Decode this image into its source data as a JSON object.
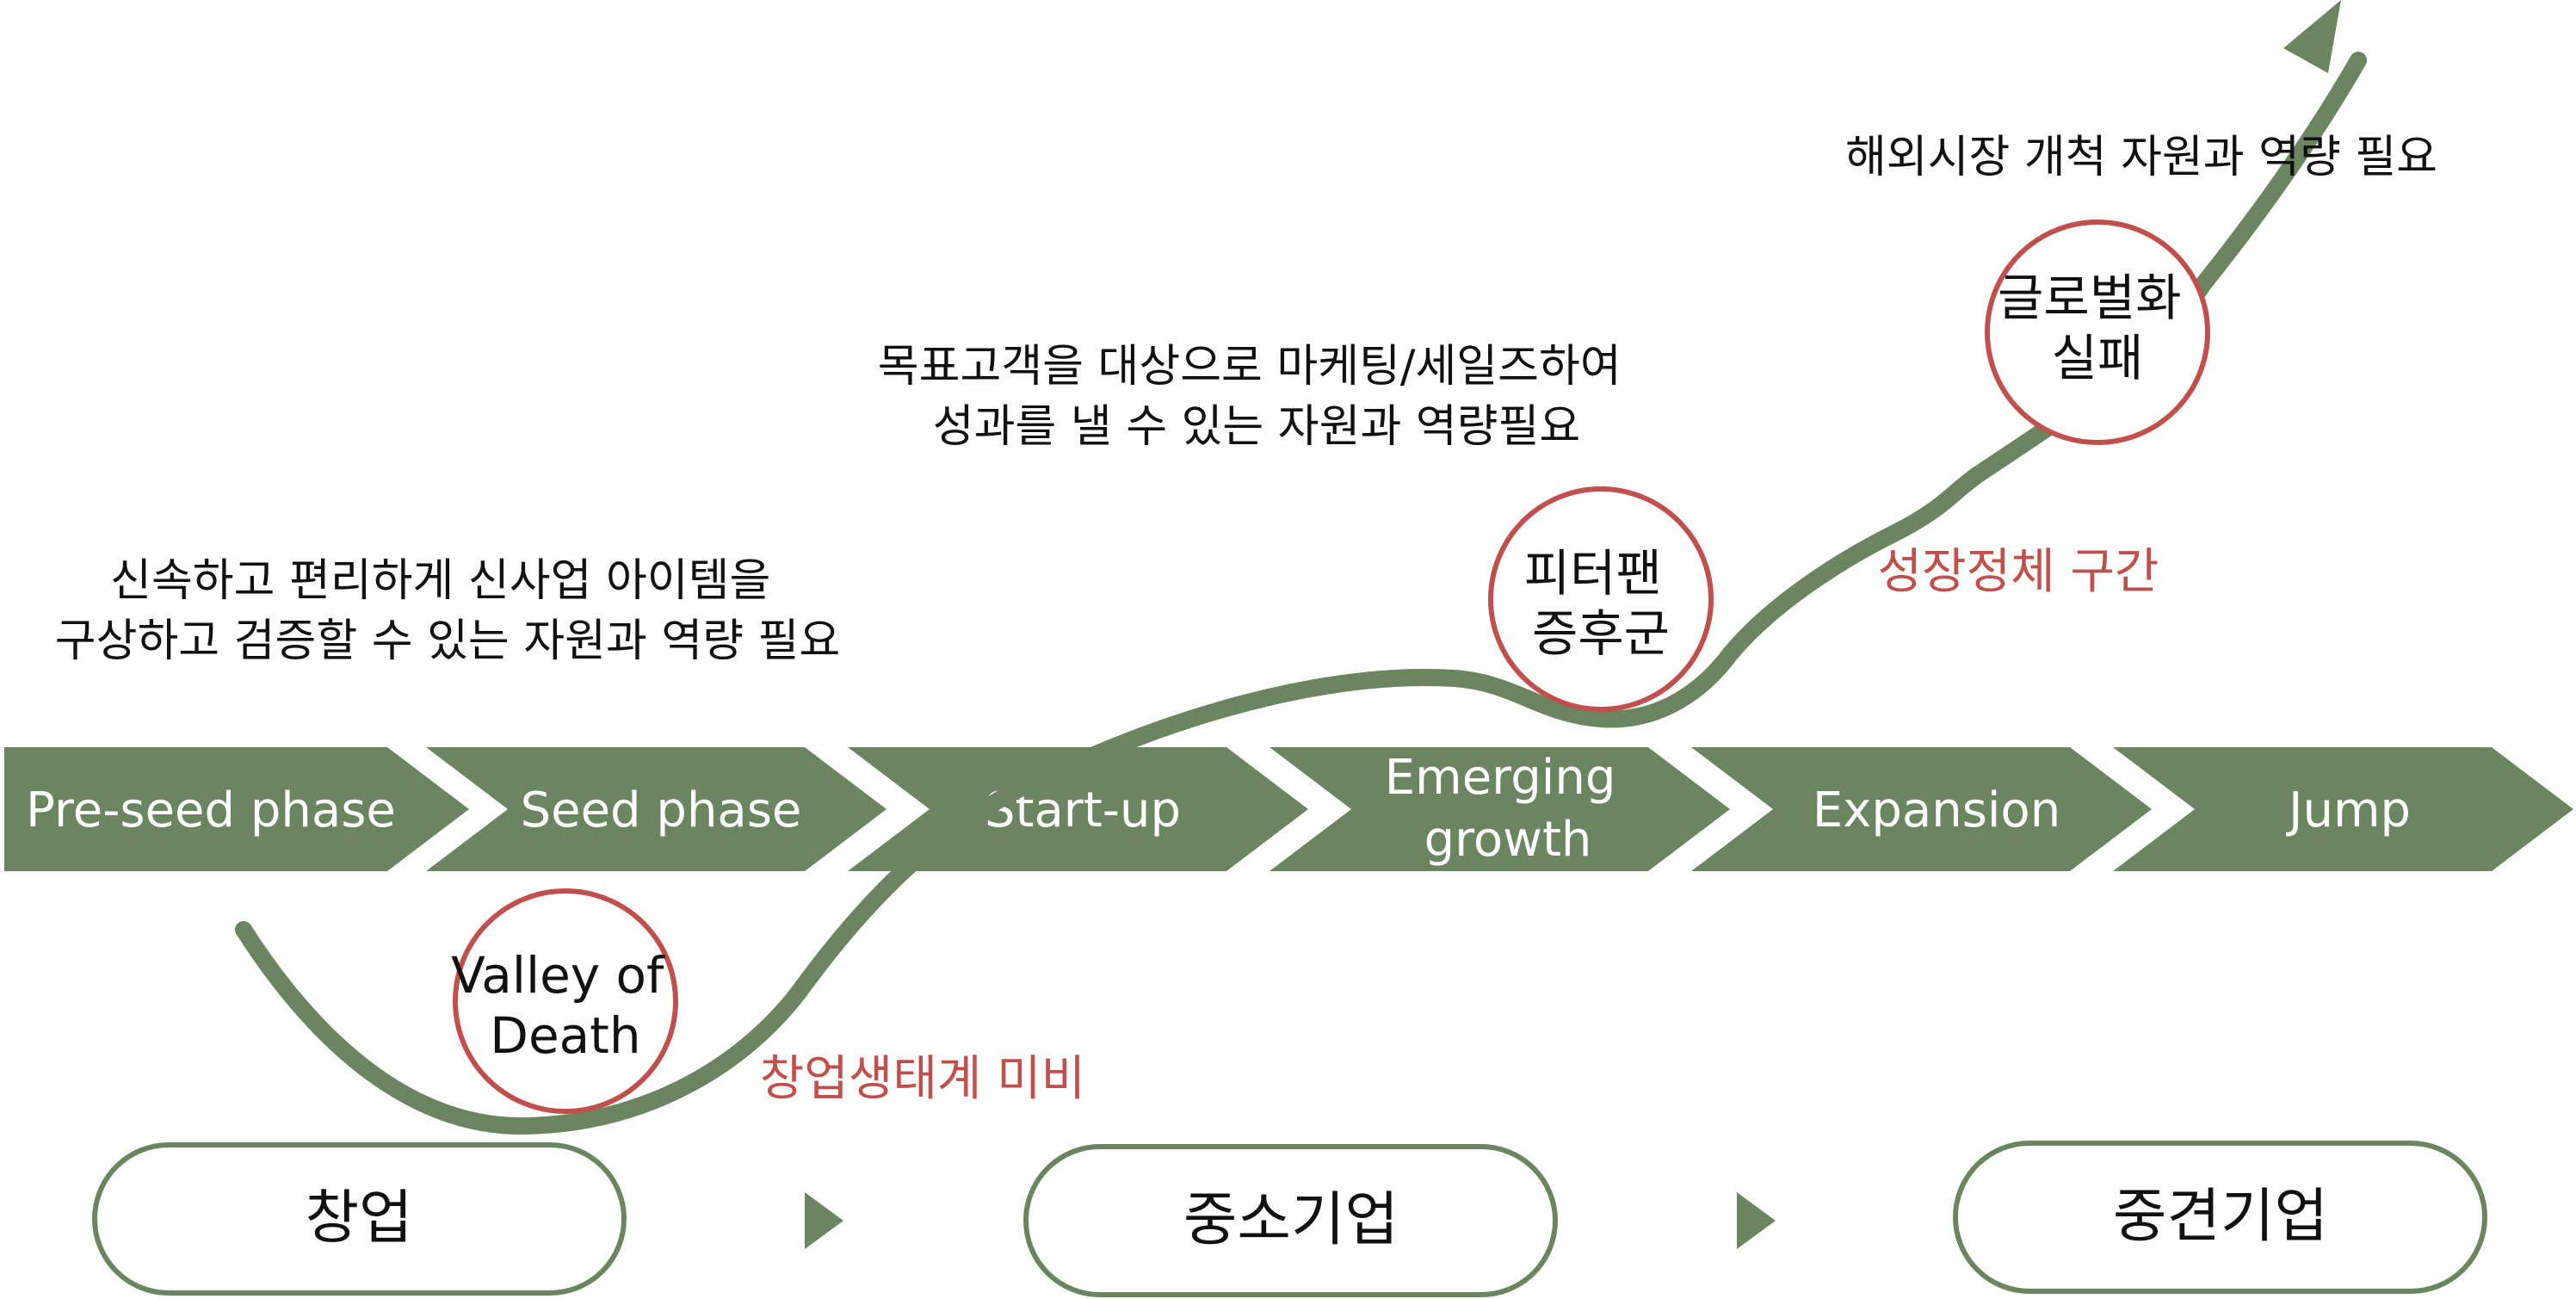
{
  "colors": {
    "green": "#6b8560",
    "red": "#c0504d",
    "text": "#111111",
    "white": "#ffffff"
  },
  "stages": [
    "Pre-seed phase",
    "Seed phase",
    "Start-up",
    "Emerging\ngrowth",
    "Expansion",
    "Jump"
  ],
  "notes": {
    "seed": [
      "신속하고 편리하게 신사업 아이템을",
      "구상하고 검증할 수 있는 자원과 역량 필요"
    ],
    "startup": [
      "목표고객을 대상으로 마케팅/세일즈하여",
      "성과를 낼 수 있는 자원과 역량필요"
    ],
    "global": [
      "해외시장 개척 자원과 역량 필요"
    ]
  },
  "red_labels": {
    "ecosystem": "창업생태계 미비",
    "plateau": "성장정체 구간"
  },
  "circles": {
    "valley": [
      "Valley of",
      "Death"
    ],
    "peterpan": [
      "피터팬",
      "증후군"
    ],
    "global_fail": [
      "글로벌화",
      "실패"
    ]
  },
  "pills": [
    "창업",
    "중소기업",
    "중견기업"
  ]
}
